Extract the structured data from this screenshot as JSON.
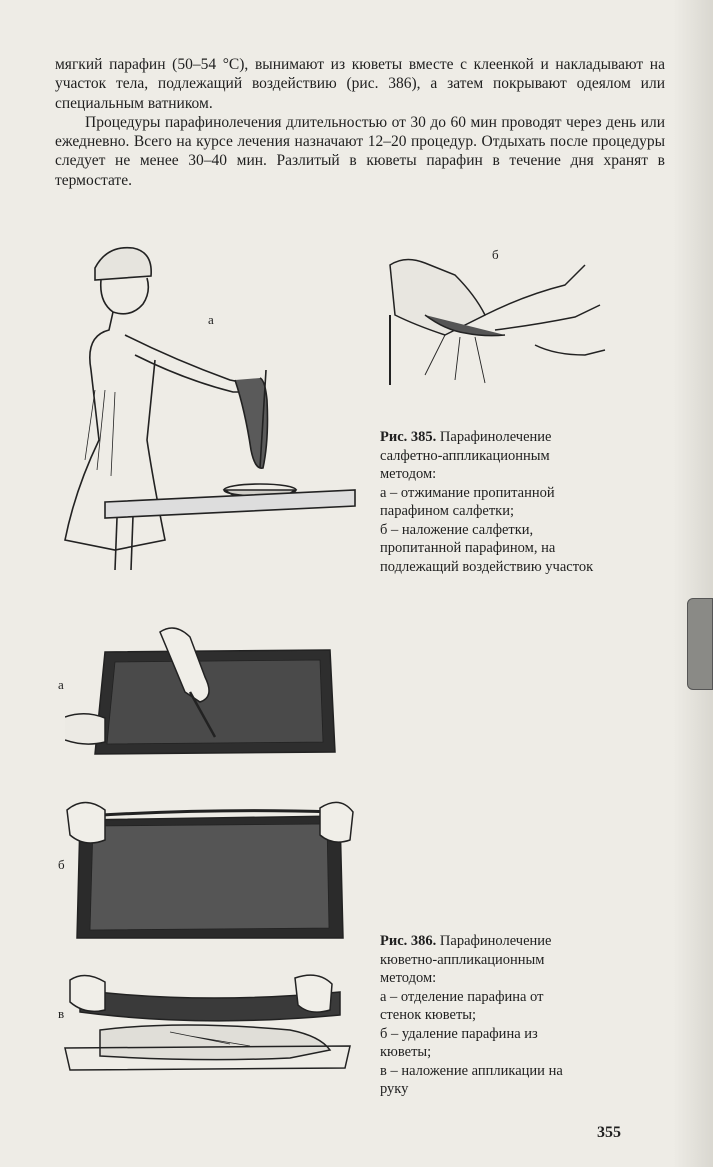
{
  "paragraphs": [
    "мягкий парафин (50–54 °С), вынимают из кюветы вместе с клеенкой и накладывают на участок тела, подлежащий воздействию (рис. 386), а затем покрывают одеялом или специальным ватником.",
    "Процедуры парафинолечения длительностью от 30 до 60 мин проводят через день или ежедневно. Всего на курсе лечения назначают 12–20 процедур. Отдыхать после процедуры следует не менее 30–40 мин. Разлитый в кюветы парафин в течение дня хранят в термостате."
  ],
  "fig385": {
    "label_a": "а",
    "label_b": "б",
    "caption_title": "Рис. 385.",
    "caption_lines": [
      "Парафинолечение",
      "салфетно-аппликационным",
      "методом:",
      "а – отжимание пропитанной",
      "парафином салфетки;",
      "б – наложение салфетки,",
      "пропитанной парафином, на",
      "подлежащий воздействию участок"
    ]
  },
  "fig386": {
    "label_a": "а",
    "label_b": "б",
    "label_v": "в",
    "caption_title": "Рис. 386.",
    "caption_lines": [
      "Парафинолечение",
      "кюветно-аппликационным",
      "методом:",
      "а – отделение парафина от",
      "стенок кюветы;",
      "б – удаление парафина из",
      "кюветы;",
      "в – наложение аппликации на",
      "руку"
    ]
  },
  "page_number": "355"
}
